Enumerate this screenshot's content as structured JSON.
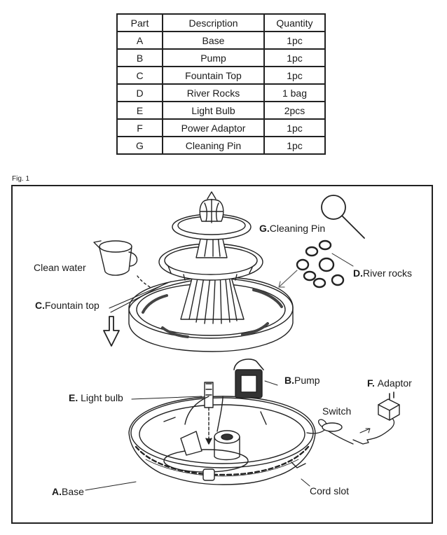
{
  "parts_table": {
    "headers": [
      "Part",
      "Description",
      "Quantity"
    ],
    "rows": [
      {
        "part": "A",
        "description": "Base",
        "quantity": "1pc"
      },
      {
        "part": "B",
        "description": "Pump",
        "quantity": "1pc"
      },
      {
        "part": "C",
        "description": "Fountain Top",
        "quantity": "1pc"
      },
      {
        "part": "D",
        "description": "River Rocks",
        "quantity": "1 bag"
      },
      {
        "part": "E",
        "description": "Light Bulb",
        "quantity": "2pcs"
      },
      {
        "part": "F",
        "description": "Power Adaptor",
        "quantity": "1pc"
      },
      {
        "part": "G",
        "description": "Cleaning Pin",
        "quantity": "1pc"
      }
    ]
  },
  "figure": {
    "caption": "Fig. 1",
    "labels": {
      "clean_water": "Clean water",
      "fountain_top_letter": "C.",
      "fountain_top_text": "Fountain top",
      "cleaning_pin_letter": "G.",
      "cleaning_pin_text": "Cleaning Pin",
      "river_rocks_letter": "D.",
      "river_rocks_text": "River rocks",
      "pump_letter": "B.",
      "pump_text": "Pump",
      "adaptor_letter": "F.",
      "adaptor_text": "Adaptor",
      "light_bulb_letter": "E.",
      "light_bulb_text": "Light bulb",
      "switch": "Switch",
      "base_letter": "A.",
      "base_text": "Base",
      "cord_slot": "Cord slot"
    }
  }
}
